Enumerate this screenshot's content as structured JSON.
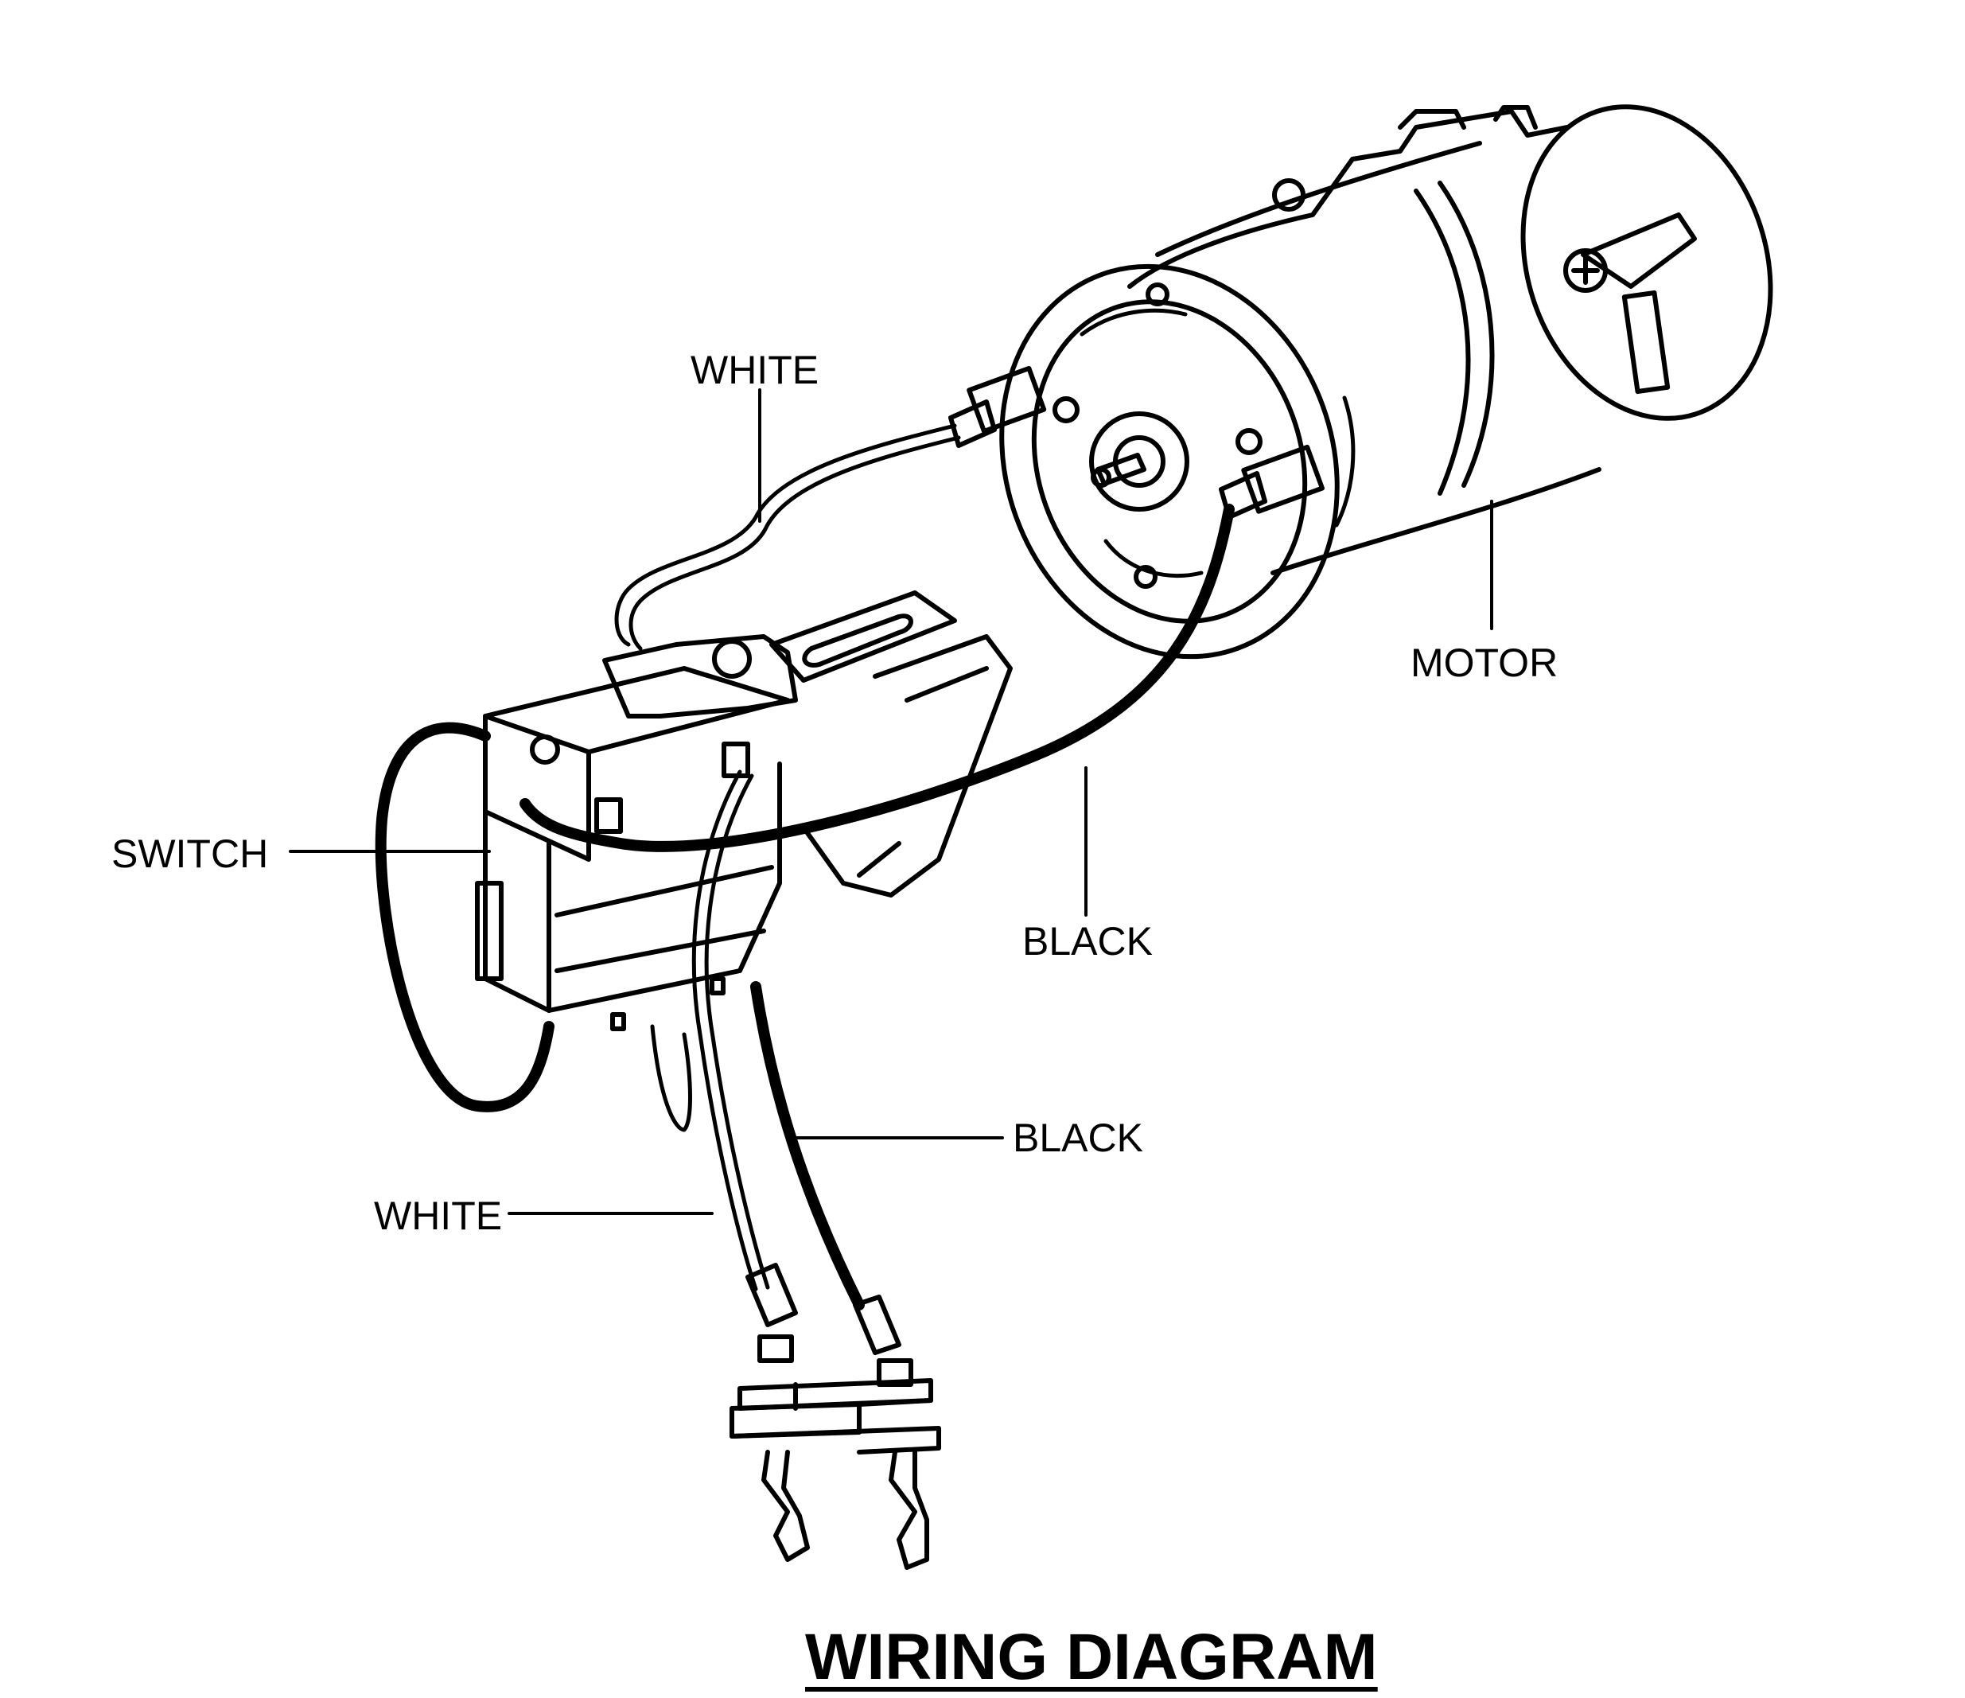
{
  "title": "WIRING DIAGRAM",
  "labels": {
    "white_top": "WHITE",
    "motor": "MOTOR",
    "switch": "SWITCH",
    "black_upper": "BLACK",
    "black_lower": "BLACK",
    "white_bottom": "WHITE"
  },
  "colors": {
    "ink": "#000000",
    "background": "#ffffff"
  }
}
